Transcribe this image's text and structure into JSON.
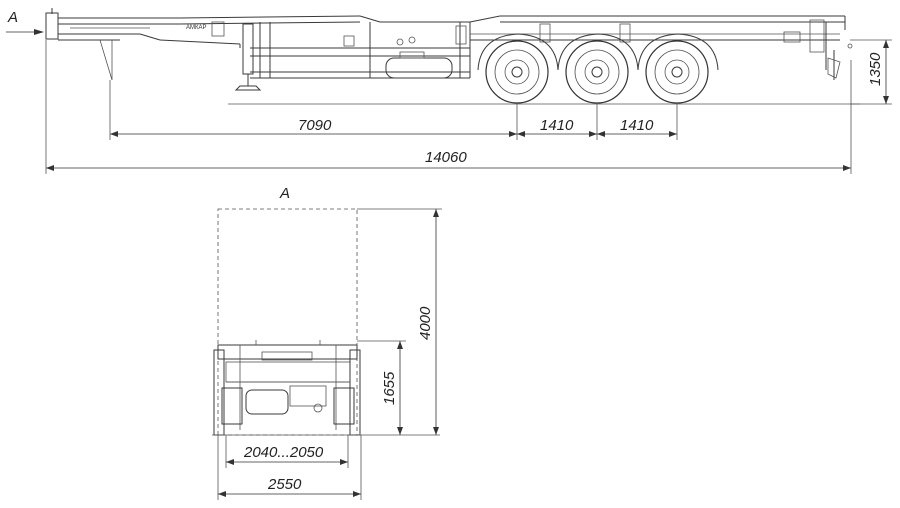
{
  "view_markers": {
    "side_arrow": "A",
    "rear_view_title": "A"
  },
  "side_view": {
    "dimensions": {
      "kingpin_to_axle": "7090",
      "axle_spacing_1": "1410",
      "axle_spacing_2": "1410",
      "overall_length": "14060",
      "coupling_height": "1350"
    },
    "frame_label": "АМКАР"
  },
  "rear_view": {
    "dimensions": {
      "overall_height": "4000",
      "frame_height": "1655",
      "track_width": "2040...2050",
      "overall_width": "2550"
    }
  }
}
